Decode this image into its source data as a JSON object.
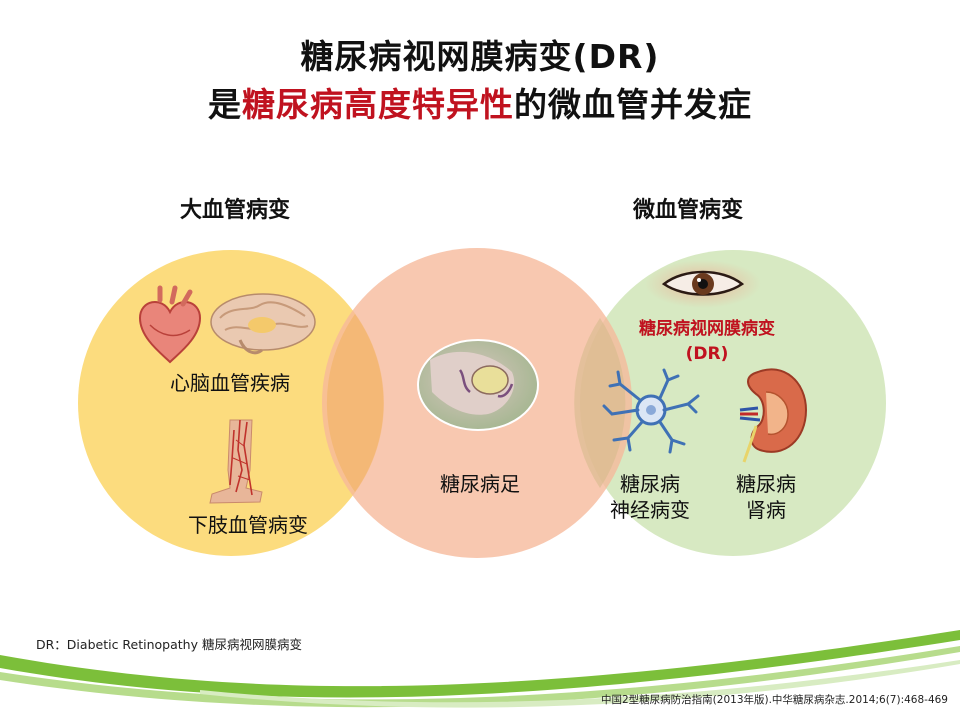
{
  "title": {
    "line1": "糖尿病视网膜病变(DR)",
    "line2_prefix": "是",
    "line2_highlight": "糖尿病高度特异性",
    "line2_suffix": "的微血管并发症"
  },
  "sections": {
    "macro": "大血管病变",
    "micro": "微血管病变"
  },
  "labels": {
    "cardio": "心脑血管疾病",
    "lower_limb": "下肢血管病变",
    "foot": "糖尿病足",
    "dr_line1": "糖尿病视网膜病变",
    "dr_line2": "(DR)",
    "neuro_line1": "糖尿病",
    "neuro_line2": "神经病变",
    "kidney_line1": "糖尿病",
    "kidney_line2": "肾病"
  },
  "footnote": "DR：Diabetic Retinopathy 糖尿病视网膜病变",
  "source": "中国2型糖尿病防治指南(2013年版).中华糖尿病杂志.2014;6(7):468-469",
  "colors": {
    "highlight": "#c0121f",
    "circle_left": "#fcdc7e",
    "circle_middle": "#f6b99a",
    "circle_right": "#d7e9c2",
    "wave_green": "#7cbf3a"
  },
  "icons": [
    "heart-icon",
    "brain-icon",
    "leg-vessels-icon",
    "foot-wound-icon",
    "eye-icon",
    "neuron-icon",
    "kidney-icon"
  ]
}
